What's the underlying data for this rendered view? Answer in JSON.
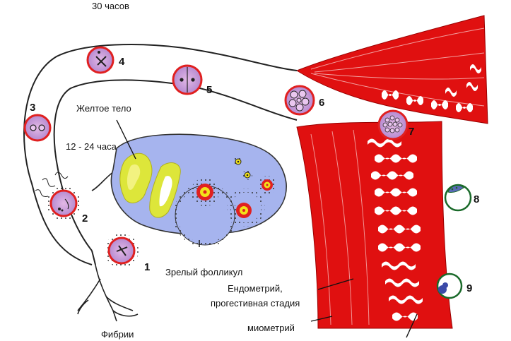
{
  "labels": {
    "top_time": "30 часов",
    "corpus_luteum": "Желтое тело",
    "time_12_24": "12 - 24 часа",
    "mature_follicle": "Зрелый фолликул",
    "endometrium_line1": "Ендометрий,",
    "endometrium_line2": "прогестивная стадия",
    "myometrium": "миометрий",
    "fimbriae": "Фибрии"
  },
  "stages": [
    "1",
    "2",
    "3",
    "4",
    "5",
    "6",
    "7",
    "8",
    "9"
  ],
  "colors": {
    "uterus": "#e01010",
    "ovary": "#a6b4ee",
    "corpus_luteum": "#dde63a",
    "egg_ring": "#e02020",
    "egg_fill": "#c79ad8",
    "follicle_core": "#f2e21a",
    "white_pattern": "#ffffff"
  }
}
